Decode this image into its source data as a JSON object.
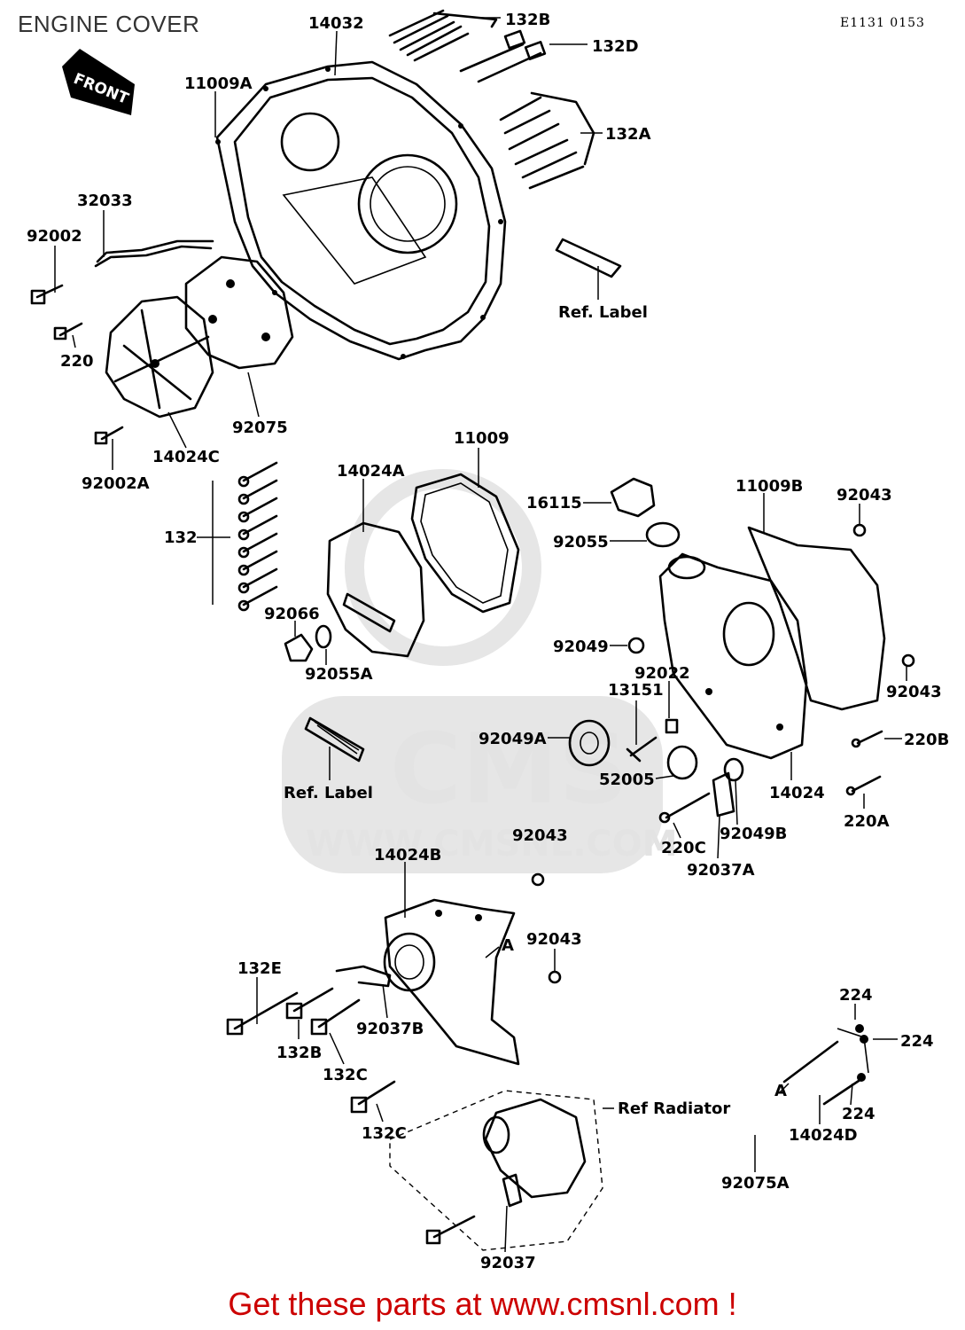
{
  "title": "ENGINE COVER",
  "diagram_code": "E1131 0153",
  "promo_text": "Get these parts at www.cmsnl.com !",
  "watermark": {
    "brand": "CMS",
    "url": "WWW.CMSNL.COM"
  },
  "front_badge": "FRONT",
  "labels": {
    "p14032": "14032",
    "p132B_top": "132B",
    "p132D": "132D",
    "p11009A": "11009A",
    "p132A": "132A",
    "p32033": "32033",
    "p92002": "92002",
    "ref_label_top": "Ref. Label",
    "p220": "220",
    "p92075": "92075",
    "p14024C": "14024C",
    "p92002A": "92002A",
    "p11009": "11009",
    "p14024A": "14024A",
    "p16115": "16115",
    "p11009B": "11009B",
    "p92043_a": "92043",
    "p132": "132",
    "p92055": "92055",
    "p92066": "92066",
    "p92055A": "92055A",
    "p92049": "92049",
    "p92022": "92022",
    "p92043_b": "92043",
    "p13151": "13151",
    "p92049A": "92049A",
    "p220B": "220B",
    "ref_label_mid": "Ref. Label",
    "p52005": "52005",
    "p14024": "14024",
    "p220C": "220C",
    "p92049B": "92049B",
    "p220A": "220A",
    "p92043_c": "92043",
    "p92037A": "92037A",
    "p14024B": "14024B",
    "p92043_d": "92043",
    "marker_A1": "A",
    "p132E": "132E",
    "p92037B": "92037B",
    "p132B_bot": "132B",
    "p132C_a": "132C",
    "p132C_b": "132C",
    "p224_a": "224",
    "p224_b": "224",
    "p224_c": "224",
    "marker_A2": "A",
    "p14024D": "14024D",
    "ref_radiator": "Ref  Radiator",
    "p92075A": "92075A",
    "p92037": "92037"
  }
}
